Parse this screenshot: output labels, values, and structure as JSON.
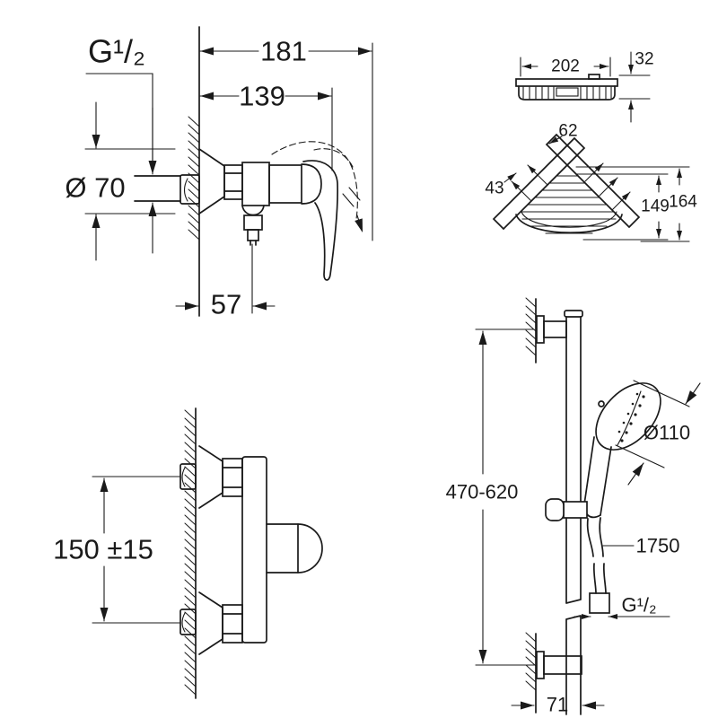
{
  "colors": {
    "line": "#1a1a1a",
    "background": "#ffffff"
  },
  "diagrams": {
    "mixer_side": {
      "title": "shower-mixer-side-view",
      "labels": {
        "thread": "G¹/₂",
        "overall_depth": "181",
        "depth_to_handle": "139",
        "escutcheon_diameter": "Ø 70",
        "outlet_offset": "57"
      }
    },
    "mixer_front": {
      "title": "shower-mixer-front-view",
      "labels": {
        "connection_distance": "150 ±15"
      }
    },
    "soap_dish": {
      "title": "soap-basket-side-view",
      "labels": {
        "width": "202",
        "height": "32"
      }
    },
    "corner_basket": {
      "title": "corner-basket-top-view",
      "labels": {
        "wall_clearance": "62",
        "hook_spacing": "43",
        "basket_height": "149",
        "overall_height": "164"
      }
    },
    "shower_rail": {
      "title": "shower-rail-set-view",
      "labels": {
        "head_diameter": "Ø110",
        "bar_adjustment": "470-620",
        "hose_length": "1750",
        "hose_thread": "G¹/₂",
        "wall_offset": "71"
      }
    }
  }
}
